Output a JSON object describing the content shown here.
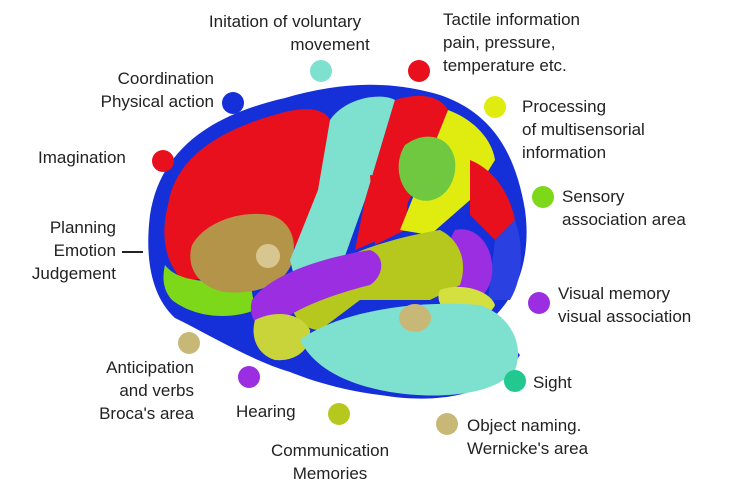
{
  "labels": {
    "initiation": [
      "Initation of voluntary",
      "movement"
    ],
    "tactile": [
      "Tactile information",
      "pain, pressure,",
      "temperature etc."
    ],
    "coordination": [
      "Coordination",
      "Physical action"
    ],
    "processing": [
      "Processing",
      "of multisensorial",
      "information"
    ],
    "imagination": [
      "Imagination"
    ],
    "sensory": [
      "Sensory",
      "association area"
    ],
    "planning": [
      "Planning",
      "Emotion",
      "Judgement"
    ],
    "visual": [
      "Visual memory",
      "visual association"
    ],
    "anticipation": [
      "Anticipation",
      "and verbs",
      "Broca's area"
    ],
    "hearing": [
      "Hearing"
    ],
    "sight": [
      "Sight"
    ],
    "communication": [
      "Communication",
      "Memories"
    ],
    "object": [
      "Object naming.",
      "Wernicke's area"
    ]
  },
  "colors": {
    "cyan": "#7ee0cf",
    "red": "#e8101c",
    "blue": "#1530d8",
    "yellow": "#e0ec10",
    "green": "#7ed81a",
    "purple": "#9a2ee0",
    "tan": "#c8b878",
    "gold": "#b49448",
    "teal": "#22c890",
    "olive": "#b6c81e",
    "olivelight": "#c8d43a"
  }
}
